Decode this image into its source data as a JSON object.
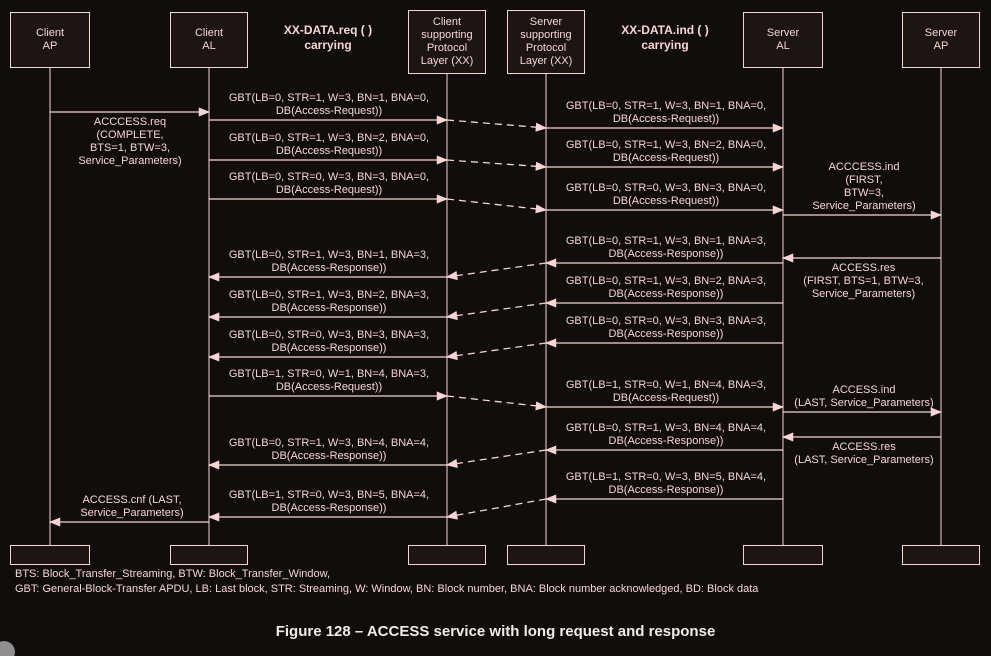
{
  "colors": {
    "background": "#120d0d",
    "line": "#f6d5d2",
    "text": "#f6d5d2",
    "box_fill": "#1d1414",
    "caption_text": "#f2eaea"
  },
  "lifelines": [
    {
      "id": "client-ap",
      "label": "Client\nAP"
    },
    {
      "id": "client-al",
      "label": "Client\nAL"
    },
    {
      "id": "client-pl",
      "label": "Client\nsupporting\nProtocol\nLayer (XX)"
    },
    {
      "id": "server-pl",
      "label": "Server\nsupporting\nProtocol\nLayer (XX)"
    },
    {
      "id": "server-al",
      "label": "Server\nAL"
    },
    {
      "id": "server-ap",
      "label": "Server\nAP"
    }
  ],
  "columns": {
    "req": "XX-DATA.req ( )\ncarrying",
    "ind": "XX-DATA.ind ( )\ncarrying"
  },
  "messages": {
    "access_req": "ACCCESS.req\n(COMPLETE,\nBTS=1, BTW=3,\nService_Parameters)",
    "req_l1": "GBT(LB=0, STR=1, W=3, BN=1, BNA=0,\nDB(Access-Request))",
    "req_r1": "GBT(LB=0, STR=1, W=3, BN=1, BNA=0,\nDB(Access-Request))",
    "req_l2": "GBT(LB=0, STR=1, W=3, BN=2, BNA=0,\nDB(Access-Request))",
    "req_r2": "GBT(LB=0, STR=1, W=3, BN=2, BNA=0,\nDB(Access-Request))",
    "req_l3": "GBT(LB=0, STR=0, W=3, BN=3, BNA=0,\nDB(Access-Request))",
    "req_r3": "GBT(LB=0, STR=0, W=3, BN=3, BNA=0,\nDB(Access-Request))",
    "access_ind_first": "ACCCESS.ind\n(FIRST,\nBTW=3,\nService_Parameters)",
    "access_res_first": "ACCESS.res\n(FIRST,  BTS=1, BTW=3,\nService_Parameters)",
    "resp_r1": "GBT(LB=0, STR=1, W=3, BN=1, BNA=3,\nDB(Access-Response))",
    "resp_l1": "GBT(LB=0, STR=1, W=3, BN=1, BNA=3,\nDB(Access-Response))",
    "resp_r2": "GBT(LB=0, STR=1, W=3, BN=2, BNA=3,\nDB(Access-Response))",
    "resp_l2": "GBT(LB=0, STR=1, W=3, BN=2, BNA=3,\nDB(Access-Response))",
    "resp_r3": "GBT(LB=0, STR=0, W=3, BN=3, BNA=3,\nDB(Access-Response))",
    "resp_l3": "GBT(LB=0, STR=0, W=3, BN=3, BNA=3,\nDB(Access-Response))",
    "req_l4": "GBT(LB=1, STR=0, W=1, BN=4, BNA=3,\nDB(Access-Request))",
    "req_r4": "GBT(LB=1, STR=0, W=1, BN=4, BNA=3,\nDB(Access-Request))",
    "access_ind_last": "ACCESS.ind\n(LAST, Service_Parameters)",
    "access_res_last": "ACCESS.res\n(LAST, Service_Parameters)",
    "resp_r4": "GBT(LB=0, STR=1, W=3, BN=4, BNA=4,\nDB(Access-Response))",
    "resp_l4": "GBT(LB=0, STR=1, W=3, BN=4, BNA=4,\nDB(Access-Response))",
    "resp_r5": "GBT(LB=1, STR=0, W=3, BN=5, BNA=4,\nDB(Access-Response))",
    "resp_l5": "GBT(LB=1, STR=0, W=3, BN=5, BNA=4,\nDB(Access-Response))",
    "access_cnf": "ACCESS.cnf  (LAST,\nService_Parameters)"
  },
  "legend": {
    "line1": "BTS: Block_Transfer_Streaming, BTW: Block_Transfer_Window,",
    "line2": "GBT: General-Block-Transfer APDU, LB: Last block, STR: Streaming, W: Window, BN: Block number, BNA: Block number acknowledged, BD: Block data"
  },
  "caption": "Figure 128 – ACCESS service with long request and response"
}
